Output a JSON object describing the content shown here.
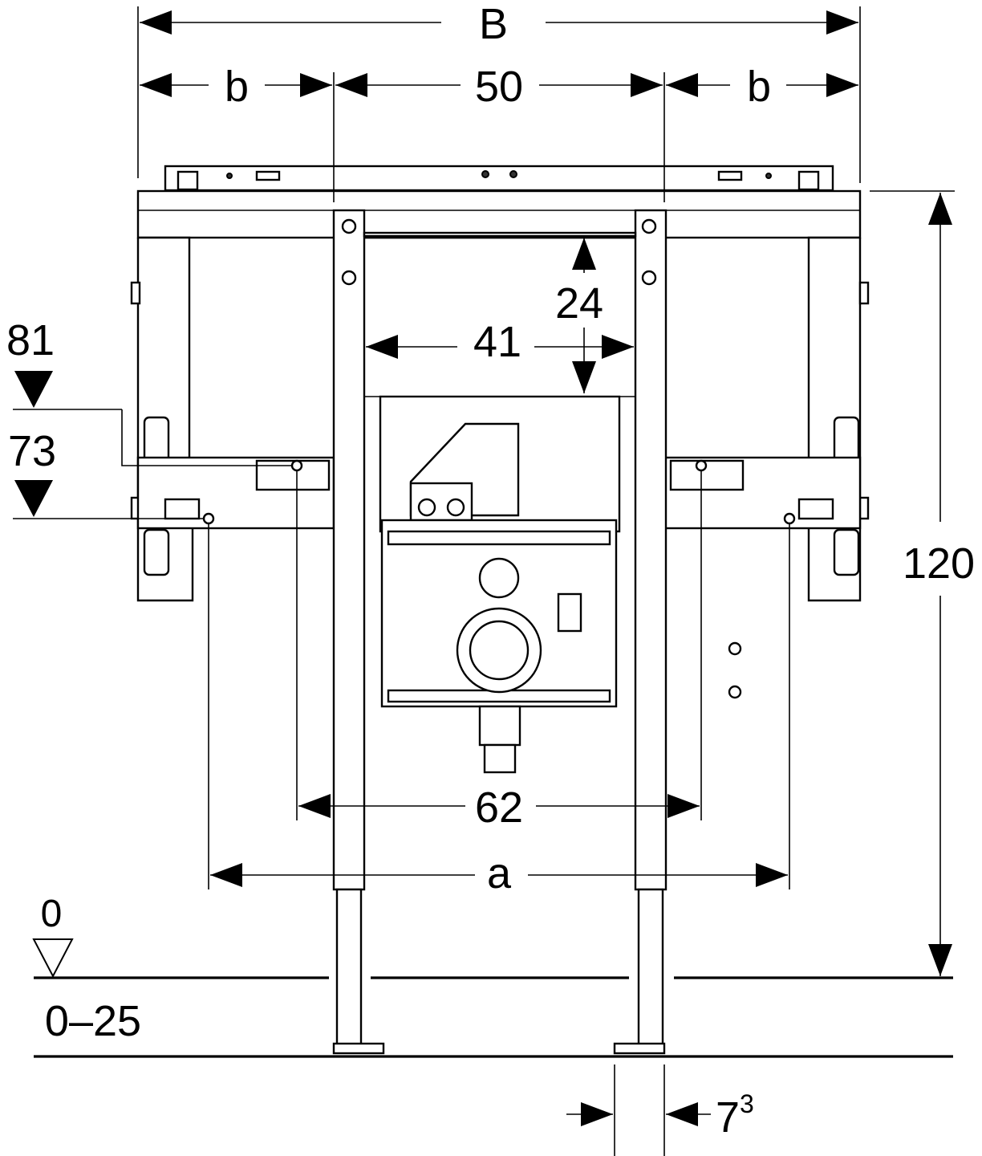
{
  "labels": {
    "overall_width": "B",
    "side_width_left": "b",
    "center_width": "50",
    "side_width_right": "b",
    "height_top_gap": "24",
    "inner_width": "41",
    "connection_height_upper": "81",
    "connection_height_lower": "73",
    "total_height": "120",
    "connection_spacing_inner": "62",
    "connection_spacing_outer": "a",
    "floor_level": "0",
    "floor_adjust": "0–25",
    "foot_width_base": "7",
    "foot_width_sup": "3"
  },
  "icons": {
    "level_marker": "triangle-down-outline-icon",
    "height_marker": "triangle-down-filled-icon"
  }
}
